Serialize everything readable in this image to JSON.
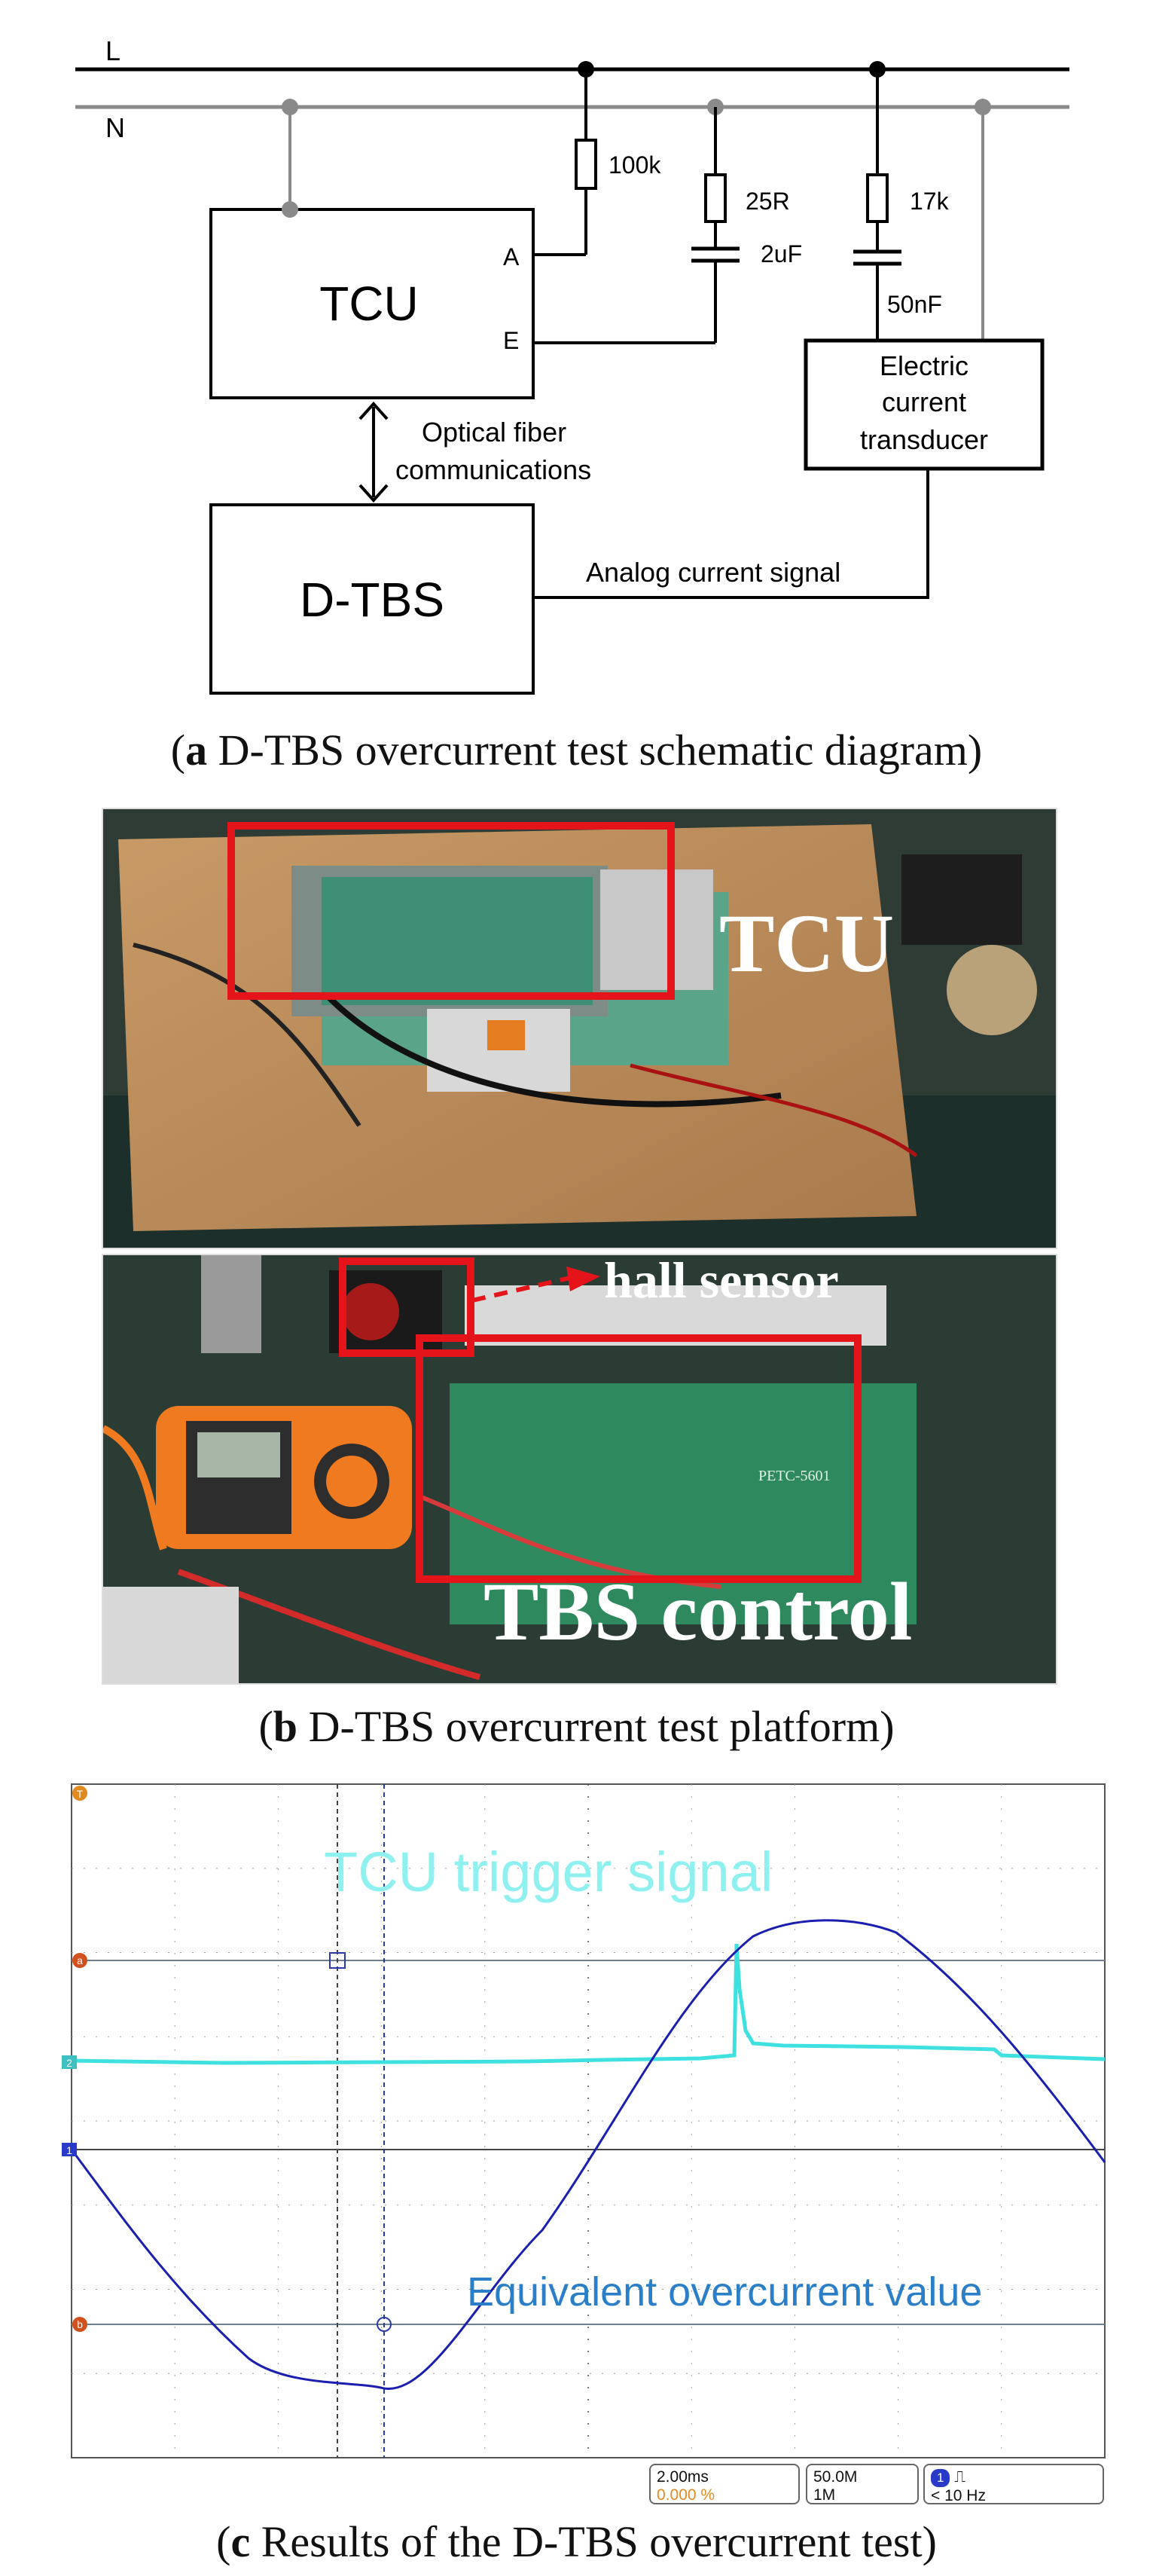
{
  "schematic": {
    "line_L": "L",
    "line_N": "N",
    "tcu_label": "TCU",
    "tcu_pin_a": "A",
    "tcu_pin_e": "E",
    "r1": "100k",
    "r2": "25R",
    "c1": "2uF",
    "r3": "17k",
    "c2": "50nF",
    "transducer_line1": "Electric",
    "transducer_line2": "current",
    "transducer_line3": "transducer",
    "fiber_line1": "Optical fiber",
    "fiber_line2": "communications",
    "dtbs_label": "D-TBS",
    "analog_signal": "Analog current signal"
  },
  "caption_a": {
    "letter": "a",
    "text": " D-TBS overcurrent test schematic diagram"
  },
  "photo": {
    "tcu_label": "TCU",
    "hall_label": "hall sensor",
    "tbs_label": "TBS control",
    "board_silk": "PETC-5601"
  },
  "caption_b": {
    "letter": "b",
    "text": " D-TBS overcurrent test platform"
  },
  "scope": {
    "trigger_label": "TCU  trigger signal",
    "overcurrent_label": "Equivalent overcurrent value",
    "marker_t": "T",
    "marker_a": "a",
    "marker_2": "2",
    "marker_1": "1",
    "marker_b": "b",
    "timebase": "2.00ms",
    "trigger_pos": "0.000 %",
    "sample_rate": "50.0M",
    "record": "1M",
    "channel_num": "1",
    "freq": "< 10 Hz",
    "colors": {
      "trace1": "#1b1fb0",
      "trace2": "#3ee0e0",
      "grid": "#7a7a7a"
    }
  },
  "caption_c": {
    "letter": "c",
    "text": " Results of the D-TBS overcurrent test"
  }
}
